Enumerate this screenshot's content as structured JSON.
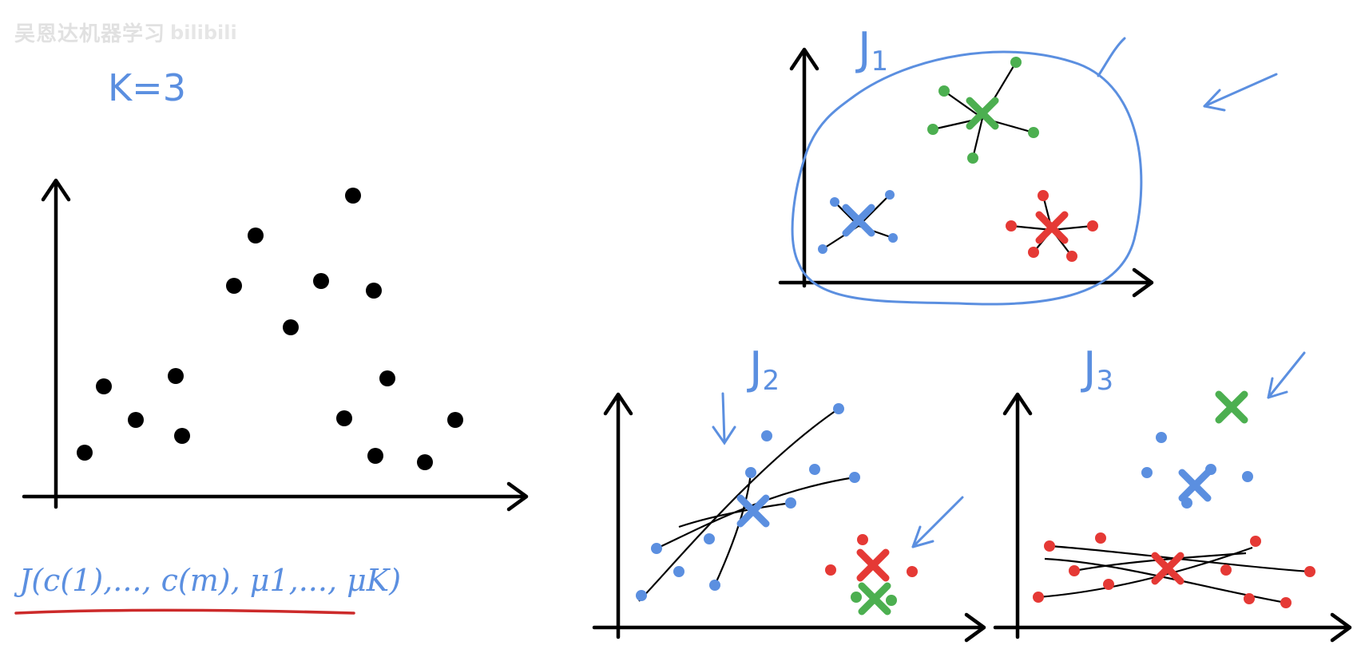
{
  "watermark": {
    "text": "吴恩达机器学习",
    "logo": "bilibili"
  },
  "k_label": "K=3",
  "cost_function": {
    "text": "J(c(1),..., c(m), μ1,..., μK)"
  },
  "panels": [
    {
      "label": "J",
      "sub": "1"
    },
    {
      "label": "J",
      "sub": "2"
    },
    {
      "label": "J",
      "sub": "3"
    }
  ],
  "colors": {
    "blue": "#5b8fe0",
    "green": "#4caf50",
    "red": "#e53935",
    "black": "#000000",
    "underline": "#cc2a2a"
  }
}
